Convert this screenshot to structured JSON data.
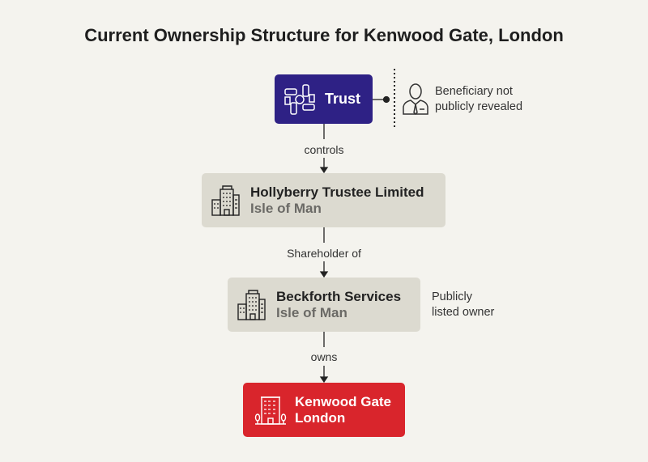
{
  "title": "Current Ownership Structure for Kenwood Gate, London",
  "trust": {
    "label": "Trust"
  },
  "beneficiary": {
    "line1": "Beneficiary not",
    "line2": "publicly revealed"
  },
  "edges": {
    "controls": "controls",
    "shareholder": "Shareholder of",
    "owns": "owns"
  },
  "hollyberry": {
    "name": "Hollyberry Trustee Limited",
    "location": "Isle of Man"
  },
  "beckforth": {
    "name": "Beckforth Services",
    "location": "Isle of Man"
  },
  "beckforth_note": {
    "line1": "Publicly",
    "line2": "listed owner"
  },
  "kenwood": {
    "name": "Kenwood Gate",
    "location": "London"
  },
  "colors": {
    "trust": "#2e2185",
    "entity": "#dcdad0",
    "property": "#d9252c",
    "background": "#f4f3ee"
  }
}
